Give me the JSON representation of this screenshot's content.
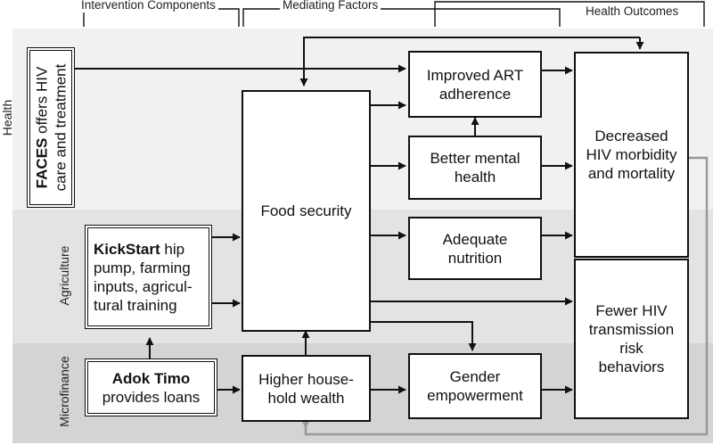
{
  "headers": {
    "intervention": "Intervention Components",
    "mediating": "Mediating Factors",
    "outcomes": "Health Outcomes"
  },
  "bands": {
    "health": "Health",
    "agriculture": "Agriculture",
    "microfinance": "Microfinance"
  },
  "boxes": {
    "faces_bold": "FACES",
    "faces_rest_1": " offers HIV",
    "faces_rest_2": "care and treatment",
    "kickstart_bold": "KickStart",
    "kickstart_rest_1": " hip",
    "kickstart_2": "pump, farming",
    "kickstart_3": "inputs, agricul-",
    "kickstart_4": "tural training",
    "adok_bold": "Adok Timo",
    "adok_2": "provides loans",
    "food_security": "Food security",
    "wealth_1": "Higher house-",
    "wealth_2": "hold wealth",
    "art_1": "Improved ART",
    "art_2": "adherence",
    "mental_1": "Better mental",
    "mental_2": "health",
    "nutrition_1": "Adequate",
    "nutrition_2": "nutrition",
    "gender_1": "Gender",
    "gender_2": "empowerment",
    "morbidity_1": "Decreased",
    "morbidity_2": "HIV morbidity",
    "morbidity_3": "and mortality",
    "transmission_1": "Fewer HIV",
    "transmission_2": "transmission",
    "transmission_3": "risk",
    "transmission_4": "behaviors"
  },
  "colors": {
    "band_health": "#f1f1f1",
    "band_agriculture": "#e3e3e3",
    "band_microfinance": "#d4d4d4",
    "feedback_line": "#999999"
  }
}
